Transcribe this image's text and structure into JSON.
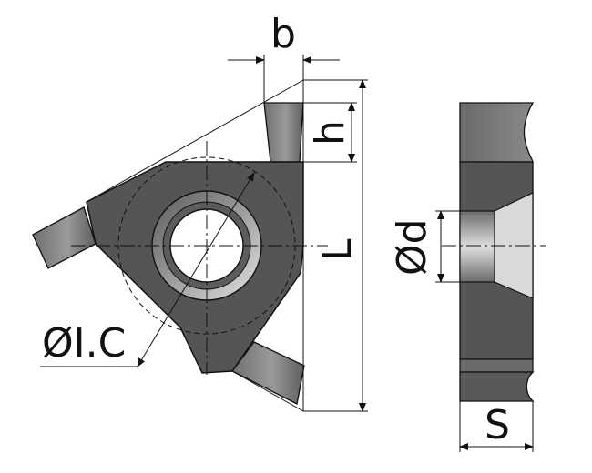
{
  "labels": {
    "b": "b",
    "h": "h",
    "L": "L",
    "d": "Ød",
    "ic": "ØI.C",
    "s": "S"
  },
  "colors": {
    "body": "#525252",
    "body_dark": "#3f3f3f",
    "bore_ring": "#8c8c8c",
    "bore_light": "#d6d6d6",
    "tip": "#7a7a7a",
    "tip_light": "#b8b8b8",
    "line": "#111111"
  }
}
